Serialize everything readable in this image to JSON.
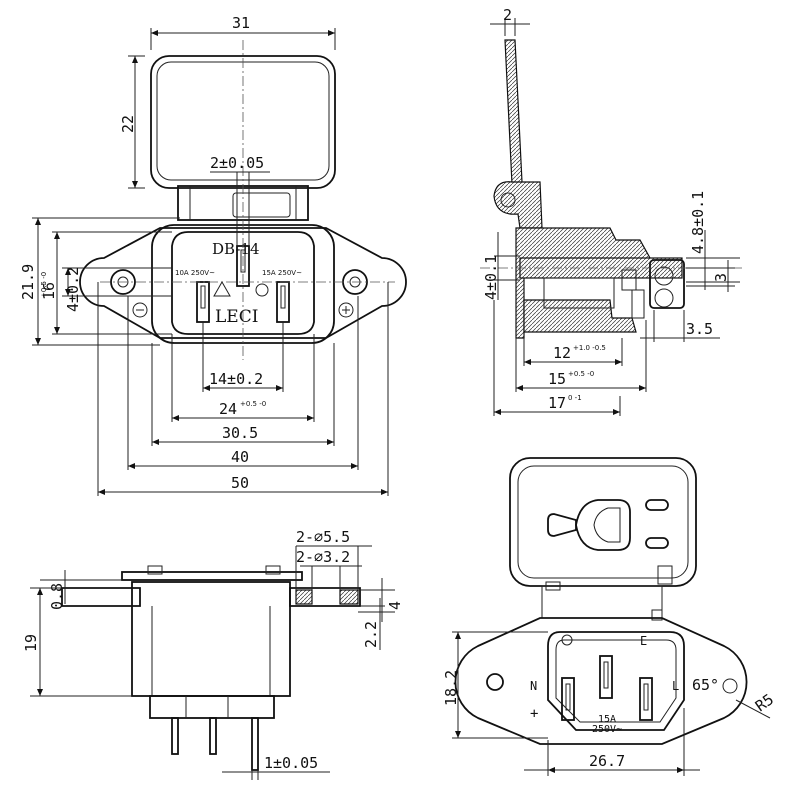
{
  "front_view": {
    "model": "DB-14",
    "brand": "LECI",
    "rating_left": "10A 250V~",
    "rating_right": "15A 250V~",
    "dims": {
      "width_cover": "31",
      "height_cover": "22",
      "pin_gap": "2±0.05",
      "height_total": "21.9",
      "height_opening": "16",
      "height_opening_tol": "+0.5 -0",
      "height_inner": "4±0.2",
      "d14": "14±0.2",
      "d24": "24",
      "d24_tol": "+0.5 -0",
      "d30_5": "30.5",
      "d40": "40",
      "d50": "50"
    }
  },
  "side_view": {
    "dims": {
      "top": "2",
      "d4_8": "4.8±0.1",
      "d4": "4±0.1",
      "d3": "3",
      "d3_5": "3.5",
      "d12": "12",
      "d12_tol": "+1.0 -0.5",
      "d15": "15",
      "d15_tol": "+0.5 -0",
      "d17": "17",
      "d17_tol": "0 -1"
    }
  },
  "bottom_view": {
    "dims": {
      "d0_8": "0.8",
      "d19": "19",
      "hole_big": "2-∅5.5",
      "hole_small": "2-∅3.2",
      "d4": "4",
      "d2_2": "2.2",
      "pin_w": "1±0.05"
    }
  },
  "cutout_view": {
    "labels": {
      "n": "N",
      "e": "E",
      "l": "L",
      "plus": "+",
      "rating": "15A",
      "voltage": "250V~"
    },
    "dims": {
      "d18_2": "18.2",
      "d26_7": "26.7",
      "angle": "65°",
      "radius": "R5"
    }
  }
}
